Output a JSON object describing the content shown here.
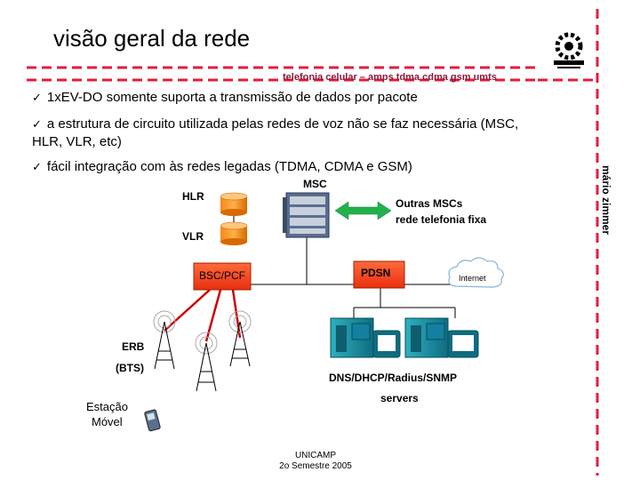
{
  "slide": {
    "title": "visão geral da rede",
    "subtitle": "telefonia celular – amps tdma cdma gsm umts",
    "author": "mário zimmer",
    "bullets": [
      "1xEV-DO somente suporta a transmissão de dados por pacote",
      "a estrutura de circuito utilizada pelas redes de voz não se faz necessária (MSC,",
      "HLR, VLR, etc)",
      "fácil integração com às redes legadas (TDMA, CDMA e GSM)"
    ],
    "check_glyph": "✓",
    "footer": {
      "line1": "UNICAMP",
      "line2": "2o Semestre 2005"
    },
    "accent_color": "#e31c3d"
  },
  "diagram": {
    "msc": "MSC",
    "hlr": "HLR",
    "vlr": "VLR",
    "other_mscs_1": "Outras MSCs",
    "other_mscs_2": "rede telefonia fixa",
    "bsc_pcf": "BSC/PCF",
    "pdsn": "PDSN",
    "internet": "Internet",
    "erb": "ERB",
    "bts": "(BTS)",
    "servers_1": "DNS/DHCP/Radius/SNMP",
    "servers_2": "servers",
    "mobile_1": "Estação",
    "mobile_2": "Móvel"
  }
}
